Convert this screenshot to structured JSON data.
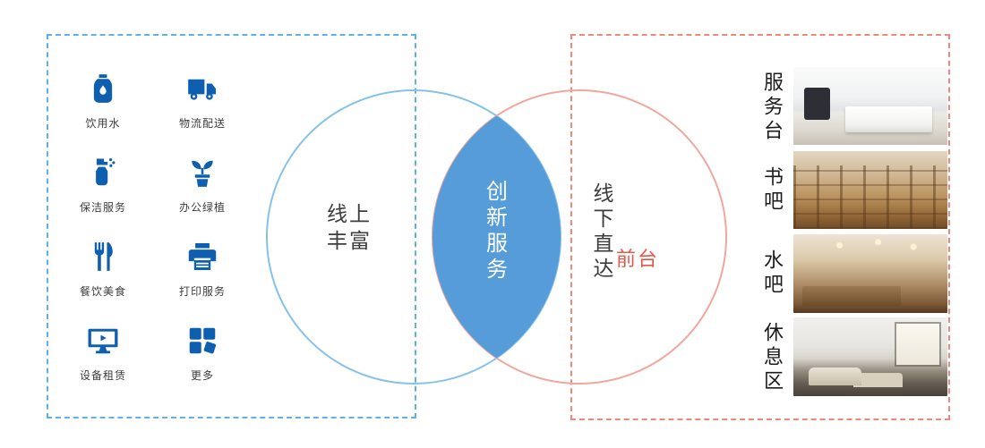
{
  "left_panel": {
    "services": [
      {
        "icon": "water-bottle",
        "label": "饮用水"
      },
      {
        "icon": "delivery-truck",
        "label": "物流配送"
      },
      {
        "icon": "cleaning-spray",
        "label": "保洁服务"
      },
      {
        "icon": "potted-plant",
        "label": "办公绿植"
      },
      {
        "icon": "fork-knife",
        "label": "餐饮美食"
      },
      {
        "icon": "printer",
        "label": "打印服务"
      },
      {
        "icon": "monitor",
        "label": "设备租赁"
      },
      {
        "icon": "more-grid",
        "label": "更多"
      }
    ]
  },
  "venn": {
    "left_lines": [
      "线上",
      "丰富"
    ],
    "center_chars": [
      "创",
      "新",
      "服",
      "务"
    ],
    "right_chars": [
      "线",
      "下",
      "直",
      "达"
    ],
    "highlight": "前台"
  },
  "right_panel": {
    "rooms": [
      {
        "label": "服务台",
        "photo": "service-desk"
      },
      {
        "label": "书吧",
        "photo": "book-bar"
      },
      {
        "label": "水吧",
        "photo": "water-bar"
      },
      {
        "label": "休息区",
        "photo": "rest-area"
      }
    ]
  },
  "colors": {
    "icon_blue": "#0e5fb0",
    "lens_blue": "#559cd8",
    "left_circle_stroke": "#85c2e9",
    "right_circle_stroke": "#efa79e",
    "left_border": "#62b0e8",
    "right_border": "#ef8878",
    "highlight_red": "#e4574b",
    "text_dark": "#3c3c3c"
  }
}
